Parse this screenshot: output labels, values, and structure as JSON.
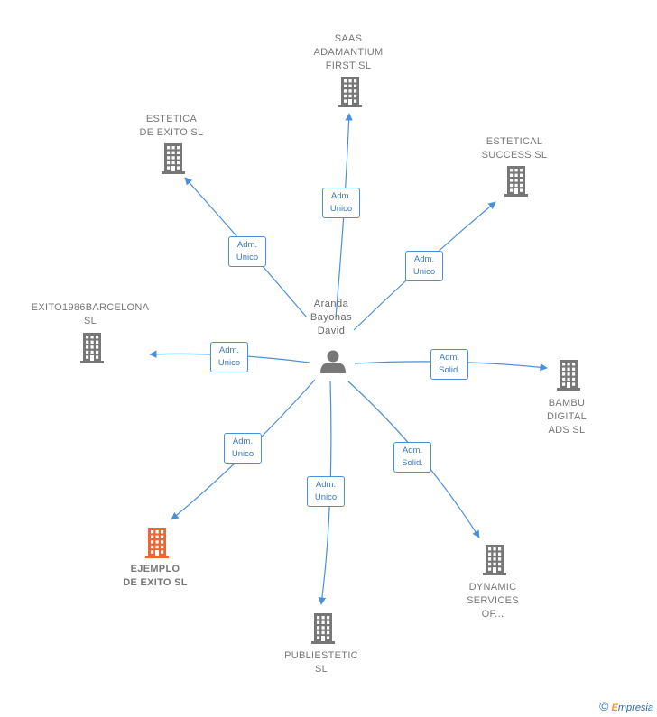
{
  "center": {
    "lines": [
      "Aranda",
      "Bayonas",
      "David"
    ],
    "icon": "person-icon"
  },
  "companies": [
    {
      "id": "saas",
      "lines": [
        "SAAS",
        "ADAMANTIUM",
        "FIRST  SL"
      ],
      "icon": "building-icon",
      "color": "#777777"
    },
    {
      "id": "estetica-exito",
      "lines": [
        "ESTETICA",
        "DE EXITO  SL"
      ],
      "icon": "building-icon",
      "color": "#777777"
    },
    {
      "id": "estetical-success",
      "lines": [
        "ESTETICAL",
        "SUCCESS  SL"
      ],
      "icon": "building-icon",
      "color": "#777777"
    },
    {
      "id": "exito1986",
      "lines": [
        "EXITO1986BARCELONA",
        "SL"
      ],
      "icon": "building-icon",
      "color": "#777777"
    },
    {
      "id": "bambu",
      "lines": [
        "BAMBU",
        "DIGITAL",
        "ADS  SL"
      ],
      "icon": "building-icon",
      "color": "#777777"
    },
    {
      "id": "ejemplo",
      "lines": [
        "EJEMPLO",
        "DE EXITO  SL"
      ],
      "icon": "building-icon",
      "color": "#ee6633",
      "highlight": true
    },
    {
      "id": "publiestetic",
      "lines": [
        "PUBLIESTETIC",
        "SL"
      ],
      "icon": "building-icon",
      "color": "#777777"
    },
    {
      "id": "dynamic",
      "lines": [
        "DYNAMIC",
        "SERVICES",
        "OF..."
      ],
      "icon": "building-icon",
      "color": "#777777"
    }
  ],
  "edges": [
    {
      "to": "saas",
      "lines": [
        "Adm.",
        "Unico"
      ]
    },
    {
      "to": "estetica-exito",
      "lines": [
        "Adm.",
        "Unico"
      ]
    },
    {
      "to": "estetical-success",
      "lines": [
        "Adm.",
        "Unico"
      ]
    },
    {
      "to": "exito1986",
      "lines": [
        "Adm.",
        "Unico"
      ]
    },
    {
      "to": "bambu",
      "lines": [
        "Adm.",
        "Solid."
      ]
    },
    {
      "to": "ejemplo",
      "lines": [
        "Adm.",
        "Unico"
      ]
    },
    {
      "to": "publiestetic",
      "lines": [
        "Adm.",
        "Unico"
      ]
    },
    {
      "to": "dynamic",
      "lines": [
        "Adm.",
        "Solid."
      ]
    }
  ],
  "colors": {
    "edge": "#4a90d9",
    "node": "#777777",
    "highlight": "#ee6633"
  },
  "footer": {
    "symbol": "©",
    "brand_initial": "E",
    "brand_rest": "mpresia"
  }
}
